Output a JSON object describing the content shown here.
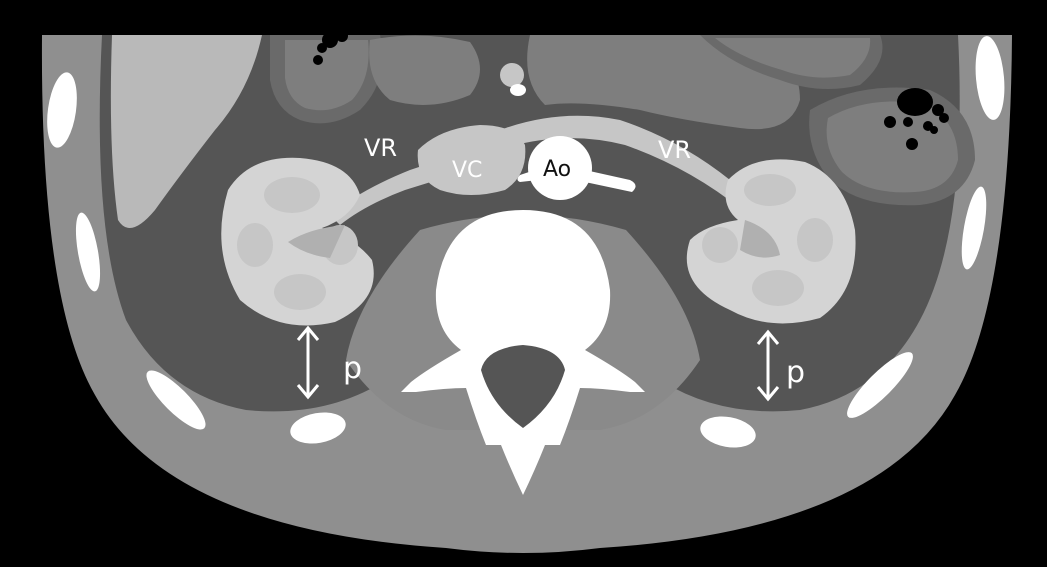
{
  "labels": {
    "vr_left": "VR",
    "vr_right": "VR",
    "vc": "VC",
    "ao": "Ao",
    "p_left": "p",
    "p_right": "p"
  },
  "colors": {
    "background": "#000000",
    "body_wall": "#8f8f8f",
    "retroperitoneum": "#555555",
    "liver": "#b9b9b9",
    "bowel": "#7e7e7e",
    "kidney": "#d4d4d4",
    "vessel": "#c6c6c6",
    "bone": "#ffffff",
    "gas": "#000000"
  }
}
